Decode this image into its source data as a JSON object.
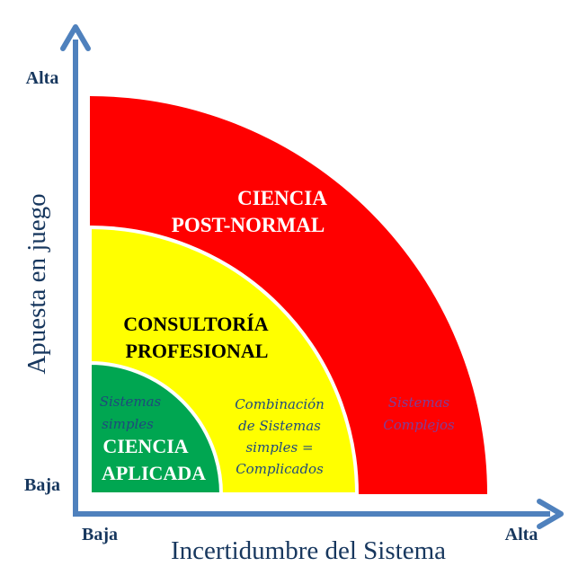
{
  "axes": {
    "y_title": "Apuesta en juego",
    "y_high": "Alta",
    "y_low": "Baja",
    "x_title": "Incertidumbre del Sistema",
    "x_low": "Baja",
    "x_high": "Alta",
    "axis_color": "#4f81bd"
  },
  "zones": {
    "post_normal": {
      "title_line1": "CIENCIA",
      "title_line2": "POST-NORMAL",
      "system_line1": "Sistemas",
      "system_line2": "Complejos",
      "color": "#ff0000"
    },
    "consultoria": {
      "title_line1": "CONSULTORÍA",
      "title_line2": "PROFESIONAL",
      "system_line1": "Combinación",
      "system_line2": "de Sistemas",
      "system_line3": "simples =",
      "system_line4": "Complicados",
      "color": "#ffff00"
    },
    "aplicada": {
      "title_line1": "CIENCIA",
      "title_line2": "APLICADA",
      "system_line1": "Sistemas",
      "system_line2": "simples",
      "color": "#00a651"
    }
  }
}
